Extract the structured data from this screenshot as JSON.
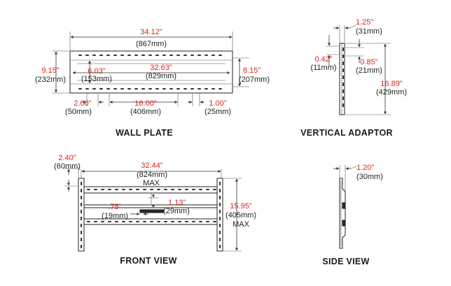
{
  "colors": {
    "dimension_red": "#e2231a",
    "line": "#333333",
    "text": "#222222"
  },
  "wall_plate": {
    "title": "WALL PLATE",
    "width_in": "34.12\"",
    "width_mm": "(867mm)",
    "height_in": "9.15\"",
    "height_mm": "(232mm)",
    "inner_height_in": "6.03\"",
    "inner_height_mm": "(153mm)",
    "inner_width_in": "32.63\"",
    "inner_width_mm": "(829mm)",
    "right_height_in": "8.15\"",
    "right_height_mm": "(207mm)",
    "left_offset_in": "2.00\"",
    "left_offset_mm": "(50mm)",
    "center_spacing_in": "16.00\"",
    "center_spacing_mm": "(406mm)",
    "right_offset_in": "1.00\"",
    "right_offset_mm": "(25mm)"
  },
  "vertical_adaptor": {
    "title": "VERTICAL ADAPTOR",
    "width_in": "1.25\"",
    "width_mm": "(31mm)",
    "thickness_in": "0.42\"",
    "thickness_mm": "(11mm)",
    "offset_in": "0.85\"",
    "offset_mm": "(21mm)",
    "length_in": "16.89\"",
    "length_mm": "(429mm)"
  },
  "front_view": {
    "title": "FRONT VIEW",
    "left_offset_in": "2.40\"",
    "left_offset_mm": "(60mm)",
    "width_in": "32.44\"",
    "width_mm": "(824mm)",
    "width_note": "MAX",
    "small_gap_in": "1.13\"",
    "small_gap_mm": "(29mm)",
    "center_in": ".75\"",
    "center_mm": "(19mm)",
    "height_in": "15.95\"",
    "height_mm": "(405mm)",
    "height_note": "MAX"
  },
  "side_view": {
    "title": "SIDE VIEW",
    "depth_in": "1.20\"",
    "depth_mm": "(30mm)"
  }
}
